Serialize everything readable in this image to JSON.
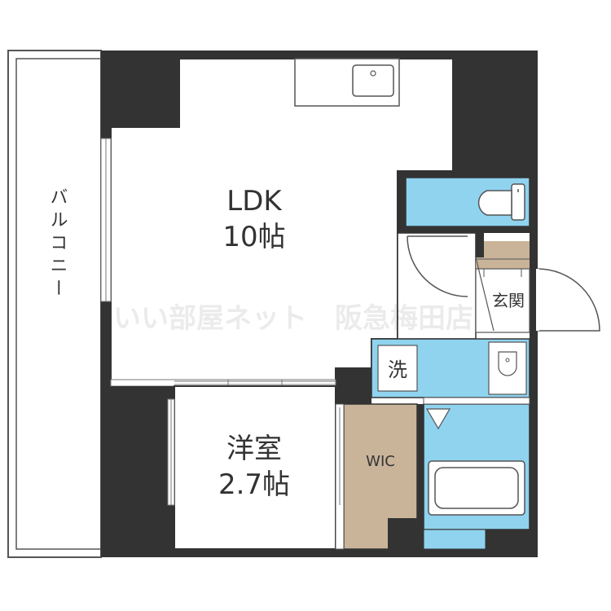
{
  "rooms": {
    "ldk": {
      "name": "LDK",
      "size": "10帖"
    },
    "western": {
      "name": "洋室",
      "size": "2.7帖"
    },
    "wic": {
      "name": "WIC"
    },
    "laundry": {
      "name": "洗"
    },
    "entrance": {
      "name": "玄関"
    },
    "balcony": {
      "name": "バルコニー"
    }
  },
  "watermark": "いい部屋ネット　阪急梅田店",
  "colors": {
    "wall": "#333333",
    "wet_area": "#8fd3ef",
    "storage": "#c9b49a",
    "entrance_floor": "#c9b49a",
    "fixture_line": "#555555"
  }
}
